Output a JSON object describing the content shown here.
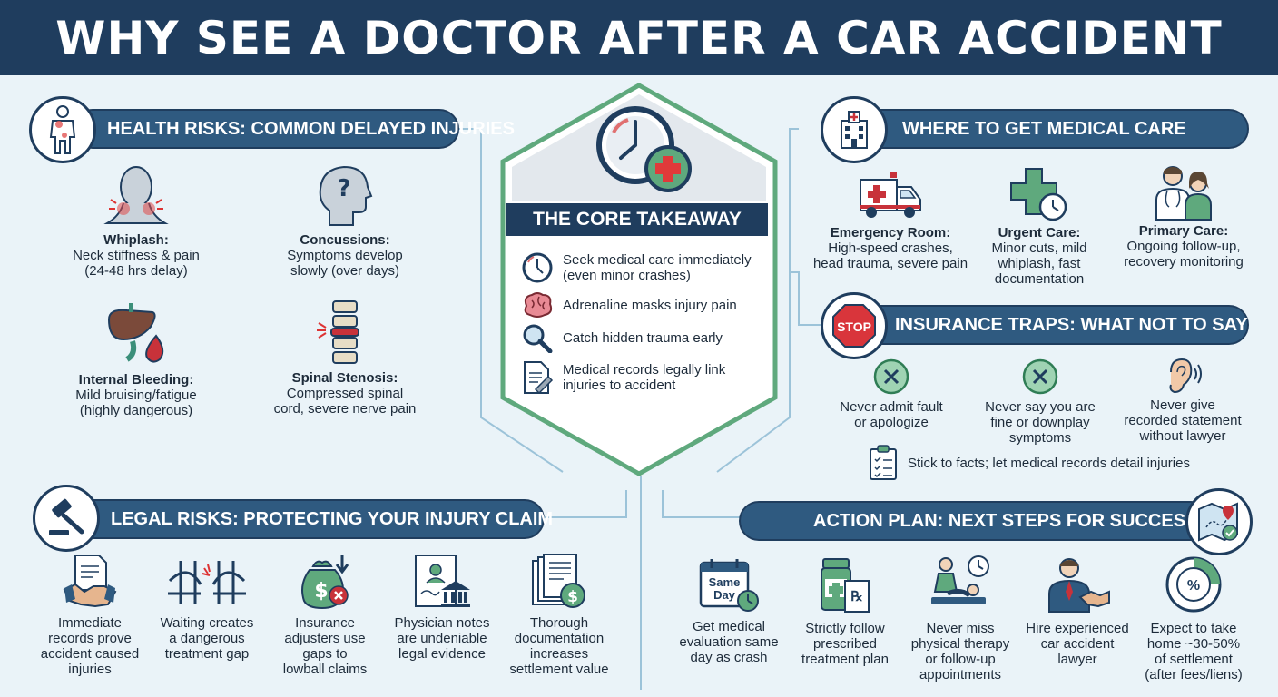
{
  "title": "WHY SEE A DOCTOR AFTER A CAR ACCIDENT",
  "colors": {
    "navy": "#1f3d5e",
    "pill": "#2f5a80",
    "green": "#5fa97d",
    "red": "#c8323a",
    "teal": "#3b8f7a",
    "bg": "#eaf3f8"
  },
  "health": {
    "heading": "HEALTH RISKS: COMMON DELAYED INJURIES",
    "items": [
      {
        "icon": "neck-pain-icon",
        "title": "Whiplash:",
        "lines": [
          "Neck stiffness & pain",
          "(24-48 hrs delay)"
        ]
      },
      {
        "icon": "head-question-icon",
        "title": "Concussions:",
        "lines": [
          "Symptoms develop",
          "slowly (over days)"
        ]
      },
      {
        "icon": "liver-blood-icon",
        "title": "Internal Bleeding:",
        "lines": [
          "Mild bruising/fatigue",
          "(highly dangerous)"
        ]
      },
      {
        "icon": "spine-icon",
        "title": "Spinal Stenosis:",
        "lines": [
          "Compressed spinal",
          "cord, severe nerve pain"
        ]
      }
    ]
  },
  "core": {
    "heading": "THE CORE TAKEAWAY",
    "items": [
      {
        "icon": "clock-icon",
        "lines": [
          "Seek medical care immediately",
          "(even minor crashes)"
        ]
      },
      {
        "icon": "brain-icon",
        "lines": [
          "Adrenaline masks injury pain"
        ]
      },
      {
        "icon": "magnifier-icon",
        "lines": [
          "Catch hidden trauma early"
        ]
      },
      {
        "icon": "document-pen-icon",
        "lines": [
          "Medical records legally link",
          "injuries to accident"
        ]
      }
    ]
  },
  "care": {
    "heading": "WHERE TO GET MEDICAL CARE",
    "items": [
      {
        "icon": "ambulance-icon",
        "title": "Emergency Room:",
        "lines": [
          "High-speed crashes,",
          "head trauma, severe pain"
        ]
      },
      {
        "icon": "urgent-care-icon",
        "title": "Urgent Care:",
        "lines": [
          "Minor cuts, mild",
          "whiplash, fast",
          "documentation"
        ]
      },
      {
        "icon": "doctor-patient-icon",
        "title": "Primary Care:",
        "lines": [
          "Ongoing follow-up,",
          "recovery monitoring"
        ]
      }
    ]
  },
  "insurance": {
    "heading": "INSURANCE TRAPS: WHAT NOT TO SAY",
    "stop": "STOP",
    "items": [
      {
        "icon": "x-circle-icon",
        "lines": [
          "Never admit fault",
          "or apologize"
        ]
      },
      {
        "icon": "x-circle-icon",
        "lines": [
          "Never say you are",
          "fine or downplay",
          "symptoms"
        ]
      },
      {
        "icon": "ear-icon",
        "lines": [
          "Never give",
          "recorded statement",
          "without lawyer"
        ]
      }
    ],
    "tip": "Stick to facts; let medical records detail injuries"
  },
  "legal": {
    "heading": "LEGAL RISKS: PROTECTING YOUR INJURY CLAIM",
    "items": [
      {
        "icon": "handshake-document-icon",
        "lines": [
          "Immediate",
          "records prove",
          "accident caused",
          "injuries"
        ]
      },
      {
        "icon": "broken-bridge-icon",
        "lines": [
          "Waiting creates",
          "a dangerous",
          "treatment gap"
        ]
      },
      {
        "icon": "money-bag-icon",
        "lines": [
          "Insurance",
          "adjusters use",
          "gaps to",
          "lowball claims"
        ]
      },
      {
        "icon": "physician-note-icon",
        "lines": [
          "Physician notes",
          "are undeniable",
          "legal evidence"
        ]
      },
      {
        "icon": "documents-coin-icon",
        "lines": [
          "Thorough",
          "documentation",
          "increases",
          "settlement value"
        ]
      }
    ]
  },
  "action": {
    "heading": "ACTION PLAN: NEXT STEPS FOR SUCCESS",
    "calendar_text": [
      "Same",
      "Day"
    ],
    "items": [
      {
        "icon": "calendar-icon",
        "lines": [
          "Get medical",
          "evaluation same",
          "day as crash"
        ]
      },
      {
        "icon": "prescription-icon",
        "lines": [
          "Strictly follow",
          "prescribed",
          "treatment plan"
        ]
      },
      {
        "icon": "physical-therapy-icon",
        "lines": [
          "Never miss",
          "physical therapy",
          "or follow-up",
          "appointments"
        ]
      },
      {
        "icon": "lawyer-handshake-icon",
        "lines": [
          "Hire experienced",
          "car accident",
          "lawyer"
        ]
      },
      {
        "icon": "percent-icon",
        "lines": [
          "Expect to take",
          "home ~30-50%",
          "of settlement",
          "(after fees/liens)"
        ]
      }
    ]
  }
}
